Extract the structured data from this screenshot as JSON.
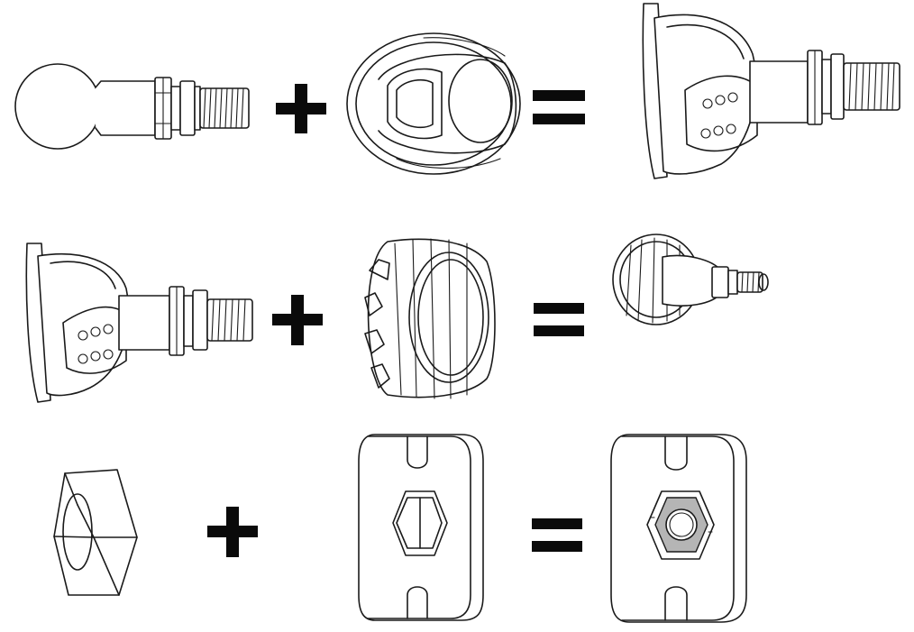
{
  "diagram": {
    "rows": [
      {
        "left": "ball-stud-icon",
        "operator1": "plus",
        "middle": "ball-socket-icon",
        "operator2": "equals",
        "result": "socket-stud-assembly-icon"
      },
      {
        "left": "socket-stud-assembly-icon",
        "operator1": "plus",
        "middle": "knurled-collar-icon",
        "operator2": "equals",
        "result": "collared-stud-assembly-icon"
      },
      {
        "left": "hex-nut-icon",
        "operator1": "plus",
        "middle": "slotted-pad-hex-recess-icon",
        "operator2": "equals",
        "result": "slotted-pad-with-nut-icon"
      }
    ],
    "colors": {
      "line": "#1a1a1a",
      "operator": "#0a0a0a",
      "nut_fill": "#b5b5b5",
      "background": "#ffffff"
    }
  }
}
